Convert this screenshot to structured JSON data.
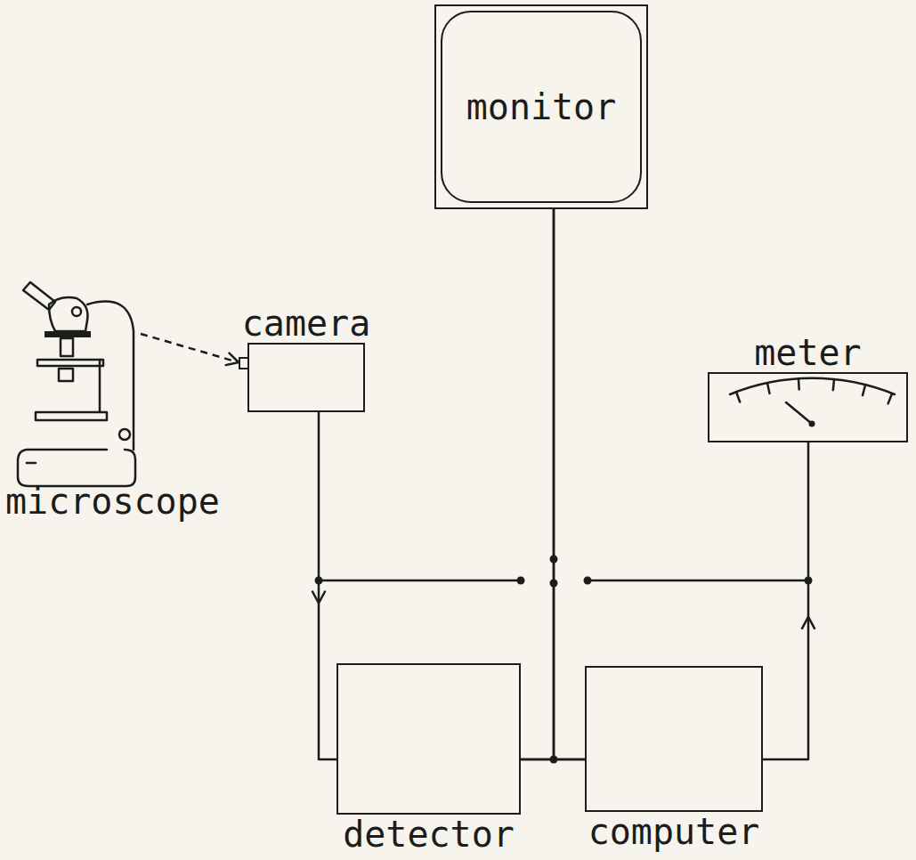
{
  "diagram": {
    "nodes": [
      {
        "text": [
          "monitor"
        ]
      },
      {
        "text": [
          "camera"
        ]
      },
      {
        "text": [
          "meter"
        ]
      },
      {
        "text": [
          "microscope"
        ]
      },
      {
        "text": [
          "detector"
        ]
      },
      {
        "text": [
          "computer"
        ]
      }
    ],
    "edges": [
      {
        "from": 3,
        "to": 1,
        "arrow": "to"
      },
      {
        "from": 1,
        "to": 4,
        "arrow": "to"
      },
      {
        "from": 4,
        "to": 5,
        "arrow": "none"
      },
      {
        "from": 0,
        "to": 4,
        "arrow": "none"
      },
      {
        "from": 0,
        "to": 5,
        "arrow": "none"
      },
      {
        "from": 5,
        "to": 2,
        "arrow": "to"
      }
    ]
  }
}
